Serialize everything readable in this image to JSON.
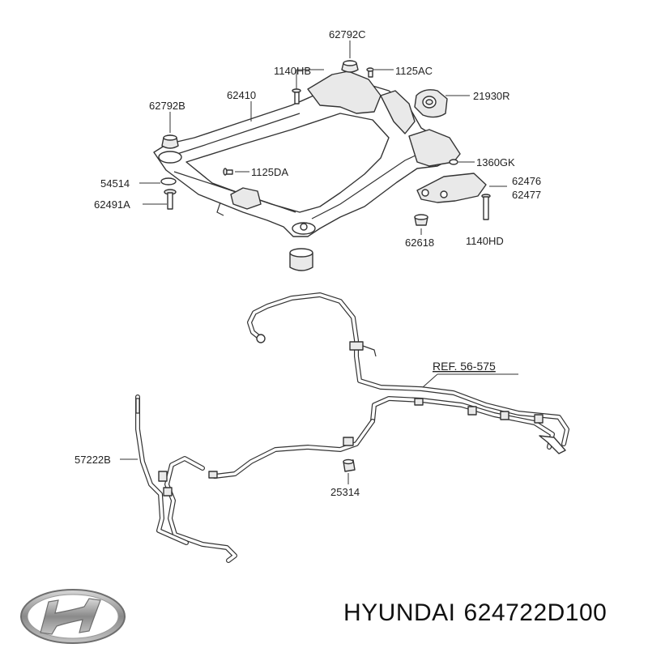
{
  "parts": {
    "p62792C": "62792C",
    "p1140HB": "1140HB",
    "p1125AC": "1125AC",
    "p62410": "62410",
    "p21930R": "21930R",
    "p62792B": "62792B",
    "p1360GK": "1360GK",
    "p1125DA": "1125DA",
    "p54514": "54514",
    "p62476": "62476",
    "p62477": "62477",
    "p62491A": "62491A",
    "p62618": "62618",
    "p1140HD": "1140HD",
    "ref": "REF. 56-575",
    "p57222B": "57222B",
    "p25314": "25314"
  },
  "footer": {
    "brand": "HYUNDAI",
    "part_number": "624722D100"
  },
  "logo": {
    "name": "hyundai-logo",
    "color": "#8a8a8a"
  }
}
